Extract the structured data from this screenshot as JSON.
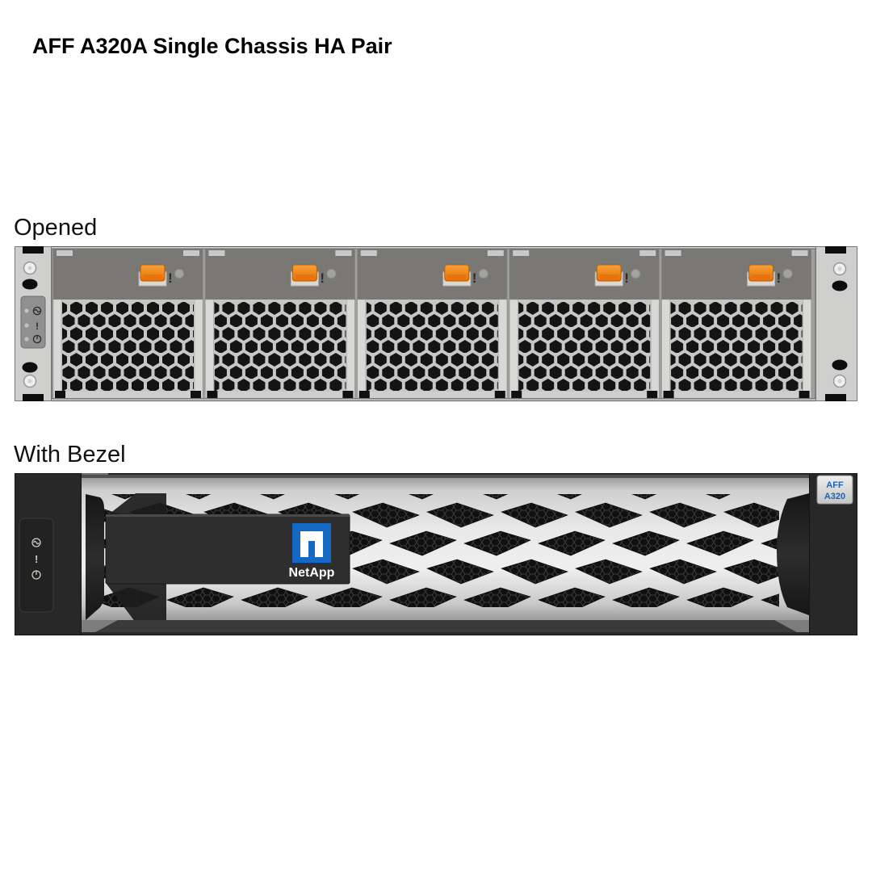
{
  "title": "AFF A320A Single Chassis HA Pair",
  "labels": {
    "opened": "Opened",
    "bezel": "With Bezel"
  },
  "opened": {
    "module_alert": "!",
    "modules": [
      {
        "name": "fan-module-1",
        "alert": "!"
      },
      {
        "name": "fan-module-2",
        "alert": "!"
      },
      {
        "name": "fan-module-3",
        "alert": "!"
      },
      {
        "name": "fan-module-4",
        "alert": "!"
      },
      {
        "name": "fan-module-5",
        "alert": "!"
      }
    ],
    "ear_status_icons": [
      "ac-power-icon",
      "attention-icon",
      "power-icon"
    ],
    "ear_attention": "!"
  },
  "bezel": {
    "brand": "NetApp",
    "badge_line1": "AFF",
    "badge_line2": "A320",
    "status_icons": [
      "ac-power-icon",
      "attention-icon",
      "power-icon"
    ],
    "status_attention": "!"
  },
  "colors": {
    "latch_orange": "#F08019",
    "netapp_blue": "#1568C4",
    "badge_text_blue": "#1565C0",
    "module_header_gray": "#7A7874",
    "module_body_gray": "#C8C7C5",
    "bezel_dark": "#2B2B2B"
  }
}
